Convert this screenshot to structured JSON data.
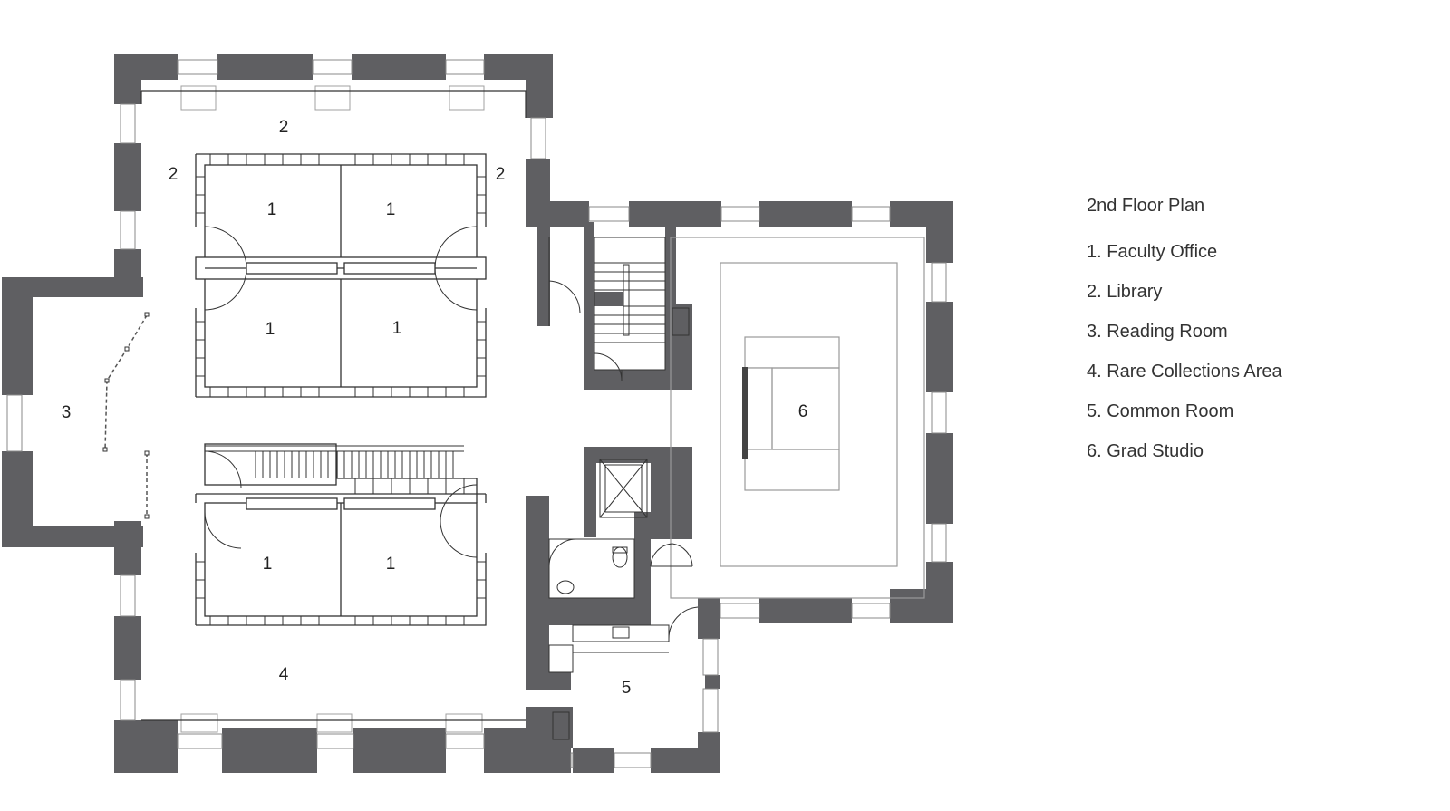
{
  "title": "2nd Floor Plan",
  "legend": [
    {
      "number": "1",
      "text": "1. Faculty Office"
    },
    {
      "number": "2",
      "text": "2. Library"
    },
    {
      "number": "3",
      "text": "3. Reading Room"
    },
    {
      "number": "4",
      "text": "4. Rare Collections Area"
    },
    {
      "number": "5",
      "text": "5. Common Room"
    },
    {
      "number": "6",
      "text": "6. Grad Studio"
    }
  ],
  "room_labels": {
    "faculty_office": "1",
    "library": "2",
    "reading_room": "3",
    "rare_collections": "4",
    "common_room": "5",
    "grad_studio": "6"
  },
  "colors": {
    "wall": "#5f5f62",
    "line": "#333333",
    "light_line": "#9a9a9a",
    "text": "#333333",
    "background": "#ffffff"
  }
}
